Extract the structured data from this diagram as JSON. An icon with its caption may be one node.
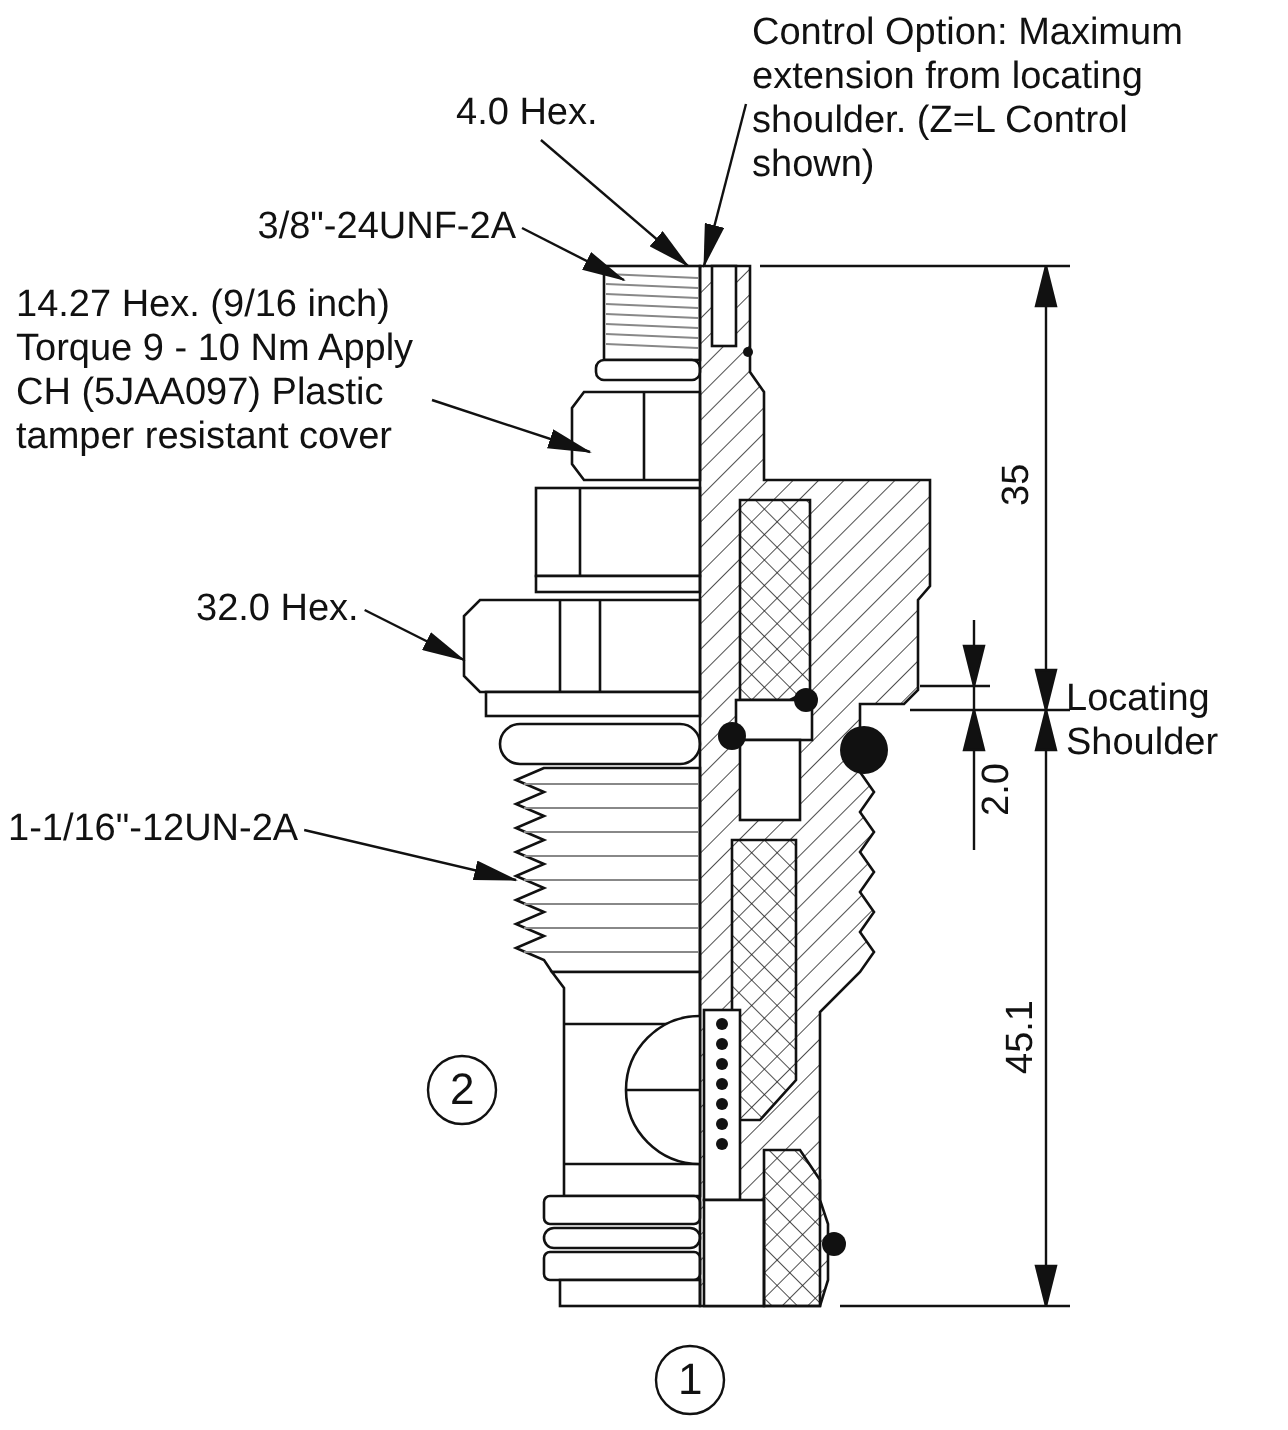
{
  "diagram": {
    "nodes": [
      {
        "text": [
          "4.0 Hex."
        ]
      },
      {
        "text": [
          "Control Option: Maximum extension from locating shoulder. (Z=L Control shown)"
        ]
      },
      {
        "text": [
          "3/8\"-24UNF-2A"
        ]
      },
      {
        "text": [
          "14.27 Hex. (9/16 inch) Torque 9 - 10 Nm Apply CH (5JAA097) Plastic tamper resistant cover"
        ]
      },
      {
        "text": [
          "32.0 Hex."
        ]
      },
      {
        "text": [
          "1-1/16\"-12UN-2A"
        ]
      }
    ],
    "edges": [
      {
        "from": 0,
        "to": null,
        "arrow": "to"
      },
      {
        "from": 1,
        "to": null,
        "arrow": "to"
      },
      {
        "from": 2,
        "to": null,
        "arrow": "to"
      },
      {
        "from": 3,
        "to": null,
        "arrow": "to"
      },
      {
        "from": 4,
        "to": null,
        "arrow": "to"
      },
      {
        "from": 5,
        "to": null,
        "arrow": "to"
      }
    ],
    "labels": [
      "35",
      "Locating Shoulder",
      "2.0",
      "45.1",
      "2",
      "1"
    ]
  }
}
